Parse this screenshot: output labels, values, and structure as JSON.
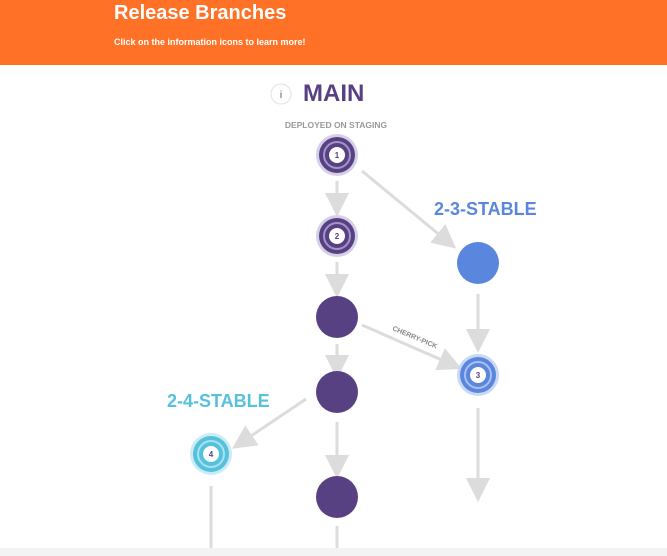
{
  "header": {
    "title": "Release Branches",
    "subtitle": "Click on the information icons to learn more!"
  },
  "diagram": {
    "main_label": "MAIN",
    "main_info_icon": "i",
    "deployed_label": "DEPLOYED ON STAGING",
    "branch_2_3_label": "2-3-STABLE",
    "branch_2_4_label": "2-4-STABLE",
    "cherry_pick_label": "CHERRY-PICK",
    "info_buttons": [
      "1",
      "2",
      "3",
      "4"
    ]
  },
  "colors": {
    "header": "#ff7127",
    "main": "#574182",
    "branch_2_3": "#5a86dd",
    "branch_2_4": "#56c1dc",
    "arrow": "#dcdcdc"
  }
}
